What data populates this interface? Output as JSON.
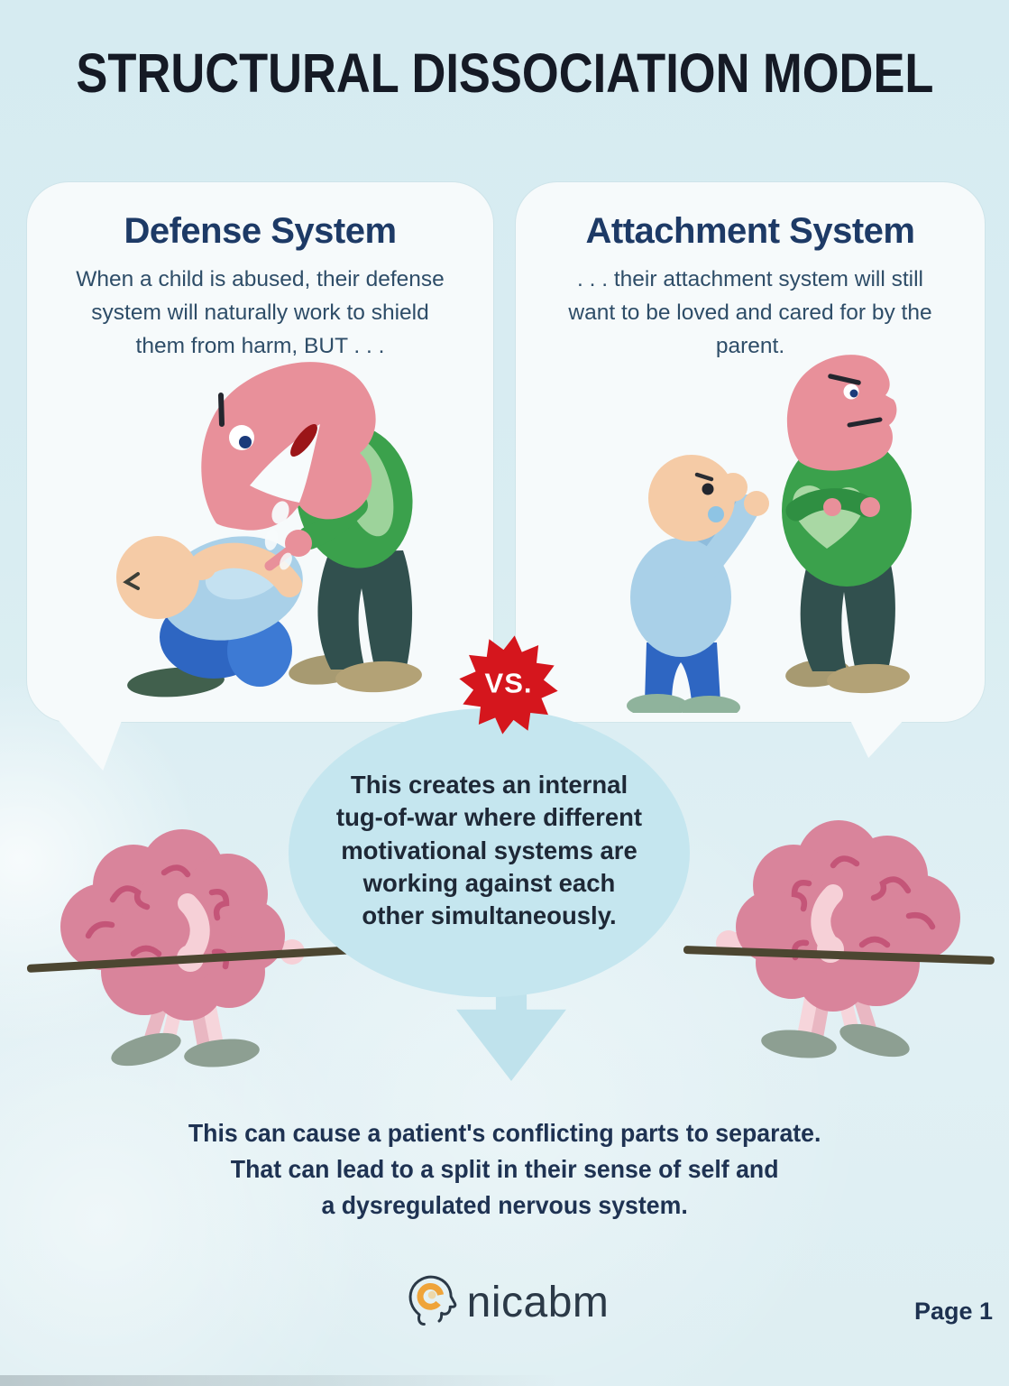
{
  "header": {
    "title": "STRUCTURAL DISSOCIATION MODEL"
  },
  "defense_bubble": {
    "heading": "Defense System",
    "body_lines": [
      "When a child is abused, their defense",
      "system will naturally work to shield",
      "them from harm, BUT . . ."
    ]
  },
  "attachment_bubble": {
    "heading": "Attachment System",
    "body_lines": [
      ". . . their attachment system will still",
      "want to be loved and cared for by the",
      "parent."
    ]
  },
  "vs_badge": {
    "label": "VS."
  },
  "center_bubble": {
    "text_lines": [
      "This creates an internal",
      "tug-of-war where different",
      "motivational systems are",
      "working against each",
      "other simultaneously."
    ]
  },
  "conclusion": {
    "text_lines": [
      "This can cause a patient's conflicting parts to separate.",
      "That can lead to a split in their sense of self and",
      "a dysregulated nervous system."
    ]
  },
  "footer": {
    "logo_text": "nicabm",
    "page_label": "Page 1"
  },
  "icons": {
    "vs_badge": "red-starburst-badge",
    "logo_mark": "head-profile-with-orange-brain-swirl",
    "left_scene": "angry-parent-scolding-crouching-child",
    "right_scene": "child-reaching-up-to-parent-with-crossed-arms",
    "brains": "two-brains-playing-tug-of-war",
    "arrow": "down-arrow"
  },
  "colors": {
    "page_bg": "#d9edf2",
    "bubble_bg": "#f6fafb",
    "heading_text": "#1d3a66",
    "body_text": "#2e4d68",
    "title_text": "#151a25",
    "vs_red": "#d5161d",
    "center_bubble_bg": "#c5e6ef",
    "center_text": "#1e2836",
    "conclusion_text": "#1e3252",
    "rope_brown": "#4c4631",
    "brain_pink": "#d9849b",
    "brain_squiggle": "#c45578",
    "sweater_green": "#3ba14c",
    "pants_teal": "#31504e",
    "skin_peach": "#f5cba6",
    "head_salmon": "#e8909a",
    "shirt_blue": "#a9d0e8",
    "pants_blue": "#2e66c2",
    "logo_orange": "#efa43a",
    "logo_navy": "#2b3947"
  }
}
